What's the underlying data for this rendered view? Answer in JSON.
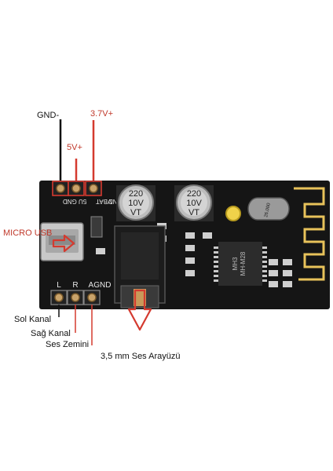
{
  "labels": {
    "gnd_minus": "GND-",
    "v37": "3.7V+",
    "v5": "5V+",
    "micro_usb": "MICRO USB",
    "sol_kanal": "Sol Kanal",
    "sag_kanal": "Sağ Kanal",
    "ses_zemini": "Ses Zemini",
    "ses_arayuzu": "3,5 mm Ses Arayüzü"
  },
  "board": {
    "silk_top": [
      "GND",
      "5U",
      "VBAT"
    ],
    "silk_top_right": "GND",
    "silk_bottom": [
      "L",
      "R",
      "AGND"
    ],
    "cap_rating": [
      "220",
      "10V",
      "VT"
    ],
    "chip_marks": [
      "MH-M28",
      "MH3"
    ],
    "crystal_mark": "26.000"
  },
  "colors": {
    "accent_red": "#d43a2f",
    "wire_black": "#111111",
    "pcb": "#151515",
    "silkscreen": "#e8e8e8"
  }
}
